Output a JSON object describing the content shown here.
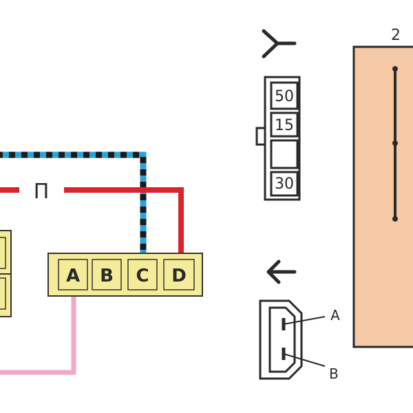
{
  "wire_label": "П",
  "connector_left": {
    "pins": [
      "A",
      "B",
      "C",
      "D"
    ]
  },
  "ignition_block": {
    "terminals": [
      "50",
      "15",
      "",
      "30"
    ],
    "icon": "y-fork-icon"
  },
  "plug": {
    "icon": "arrow-left-icon",
    "labels": [
      "A",
      "B"
    ]
  },
  "relay": {
    "number": "2"
  },
  "colors": {
    "yellow": "#f5ec9a",
    "yellow_border": "#333333",
    "blue_stripe": "#2aa3d8",
    "black_stripe": "#1a1a1a",
    "red": "#d9252a",
    "pink": "#f0a8c8",
    "relay_fill": "#f5c9a6"
  }
}
